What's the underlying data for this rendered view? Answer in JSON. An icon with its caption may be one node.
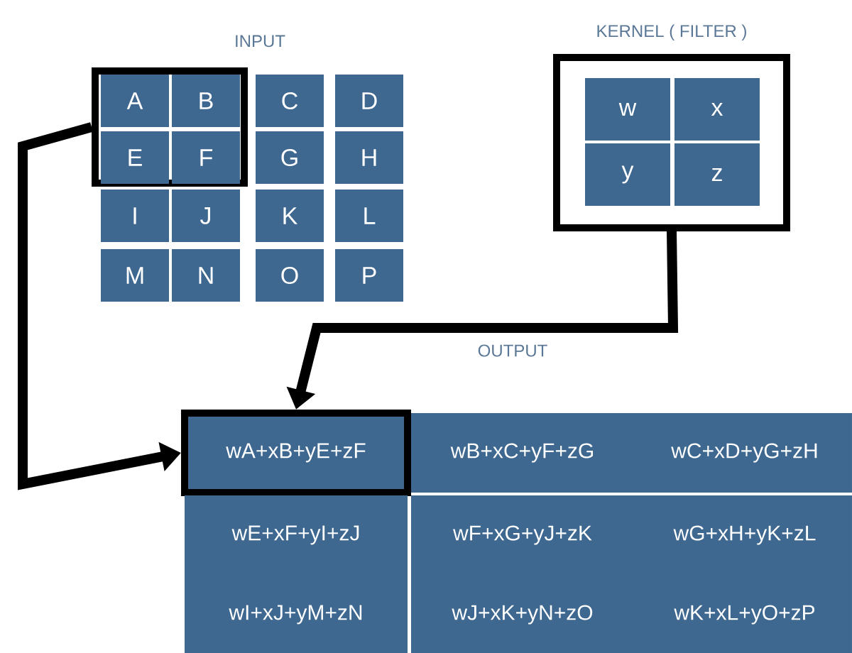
{
  "diagram": {
    "nodes": [
      {
        "text": [],
        "shape": "box"
      },
      {
        "text": [
          "A"
        ],
        "in": 0
      },
      {
        "text": [
          "B"
        ],
        "in": 0
      },
      {
        "text": [
          "C"
        ]
      },
      {
        "text": [
          "D"
        ]
      },
      {
        "text": [
          "E"
        ],
        "in": 0
      },
      {
        "text": [
          "F"
        ],
        "in": 0
      },
      {
        "text": [
          "G"
        ]
      },
      {
        "text": [
          "H"
        ]
      },
      {
        "text": [
          "I"
        ]
      },
      {
        "text": [
          "J"
        ]
      },
      {
        "text": [
          "K"
        ]
      },
      {
        "text": [
          "L"
        ]
      },
      {
        "text": [
          "M"
        ]
      },
      {
        "text": [
          "N"
        ]
      },
      {
        "text": [
          "O"
        ]
      },
      {
        "text": [
          "P"
        ]
      },
      {
        "text": [
          "KERNEL ( FILTER )"
        ]
      },
      {
        "text": [
          "w"
        ],
        "in": 17
      },
      {
        "text": [
          "x"
        ],
        "in": 17
      },
      {
        "text": [
          "y"
        ],
        "in": 17
      },
      {
        "text": [
          "z"
        ],
        "in": 17
      },
      {
        "text": [
          "wA+xB+yE+zF"
        ]
      },
      {
        "text": [
          "wB+xC+yF+zG"
        ]
      },
      {
        "text": [
          "wC+xD+yG+zH"
        ]
      },
      {
        "text": [
          "wE+xF+yI+zJ"
        ]
      },
      {
        "text": [
          "wF+xG+yJ+zK"
        ]
      },
      {
        "text": [
          "wG+xH+yK+zL"
        ]
      },
      {
        "text": [
          "wI+xJ+yM+zN"
        ]
      },
      {
        "text": [
          "wJ+xK+yN+zO"
        ]
      },
      {
        "text": [
          "wK+xL+yO+zP"
        ]
      }
    ],
    "edges": [
      {
        "from": 0,
        "to": 22,
        "arrow": "to"
      },
      {
        "from": 17,
        "to": 22,
        "arrow": "to"
      }
    ],
    "labels": [
      "INPUT",
      "OUTPUT"
    ]
  }
}
